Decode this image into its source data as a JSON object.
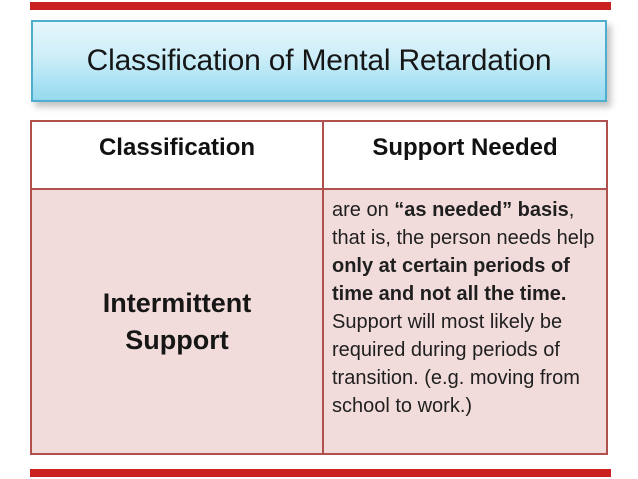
{
  "slide": {
    "title": "Classification of Mental Retardation",
    "table": {
      "headers": [
        "Classification",
        "Support Needed"
      ],
      "row": {
        "classification": "Intermittent Support",
        "support_segments": [
          {
            "text": "are on ",
            "bold": false
          },
          {
            "text": "“as needed” basis",
            "bold": true
          },
          {
            "text": ", that is, the person needs help ",
            "bold": false
          },
          {
            "text": "only at certain periods of time and not all the time.",
            "bold": true
          },
          {
            "text": " Support will most likely be required during periods of transition. (e.g. moving from school to work.)",
            "bold": false
          }
        ]
      }
    },
    "colors": {
      "accent_bar": "#cb2020",
      "title_border": "#4fadcd",
      "title_gradient_top": "#e6f6fc",
      "title_gradient_bottom": "#96daef",
      "table_border": "#b0514e",
      "row_background": "#f2dcdb",
      "text": "#1a1a1a"
    }
  }
}
